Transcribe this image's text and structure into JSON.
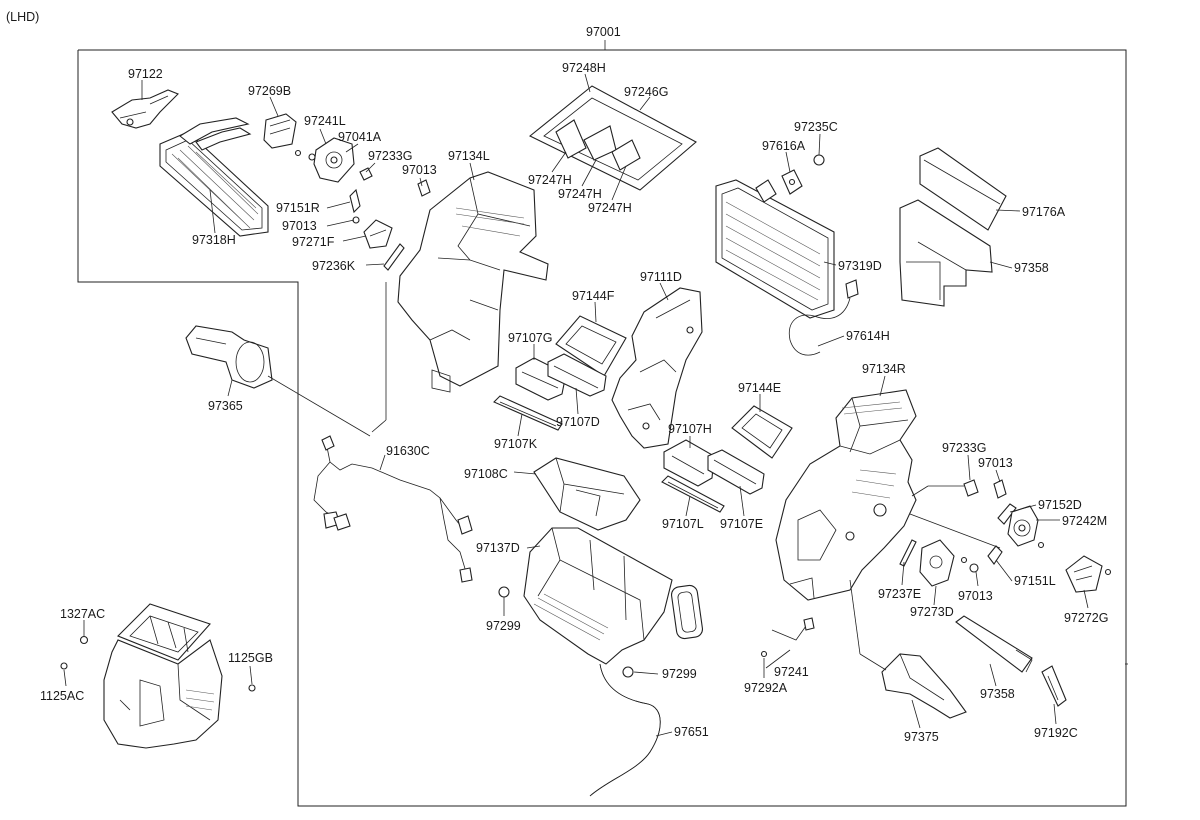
{
  "header": {
    "variant": "(LHD)",
    "assembly_number": "97001"
  },
  "parts": [
    {
      "id": "97122"
    },
    {
      "id": "97269B"
    },
    {
      "id": "97241L"
    },
    {
      "id": "97041A"
    },
    {
      "id": "97233G"
    },
    {
      "id": "97013"
    },
    {
      "id": "97134L"
    },
    {
      "id": "97151R"
    },
    {
      "id": "97013"
    },
    {
      "id": "97271F"
    },
    {
      "id": "97236K"
    },
    {
      "id": "97318H"
    },
    {
      "id": "97248H"
    },
    {
      "id": "97246G"
    },
    {
      "id": "97247H"
    },
    {
      "id": "97247H"
    },
    {
      "id": "97247H"
    },
    {
      "id": "97235C"
    },
    {
      "id": "97616A"
    },
    {
      "id": "97176A"
    },
    {
      "id": "97358"
    },
    {
      "id": "97319D"
    },
    {
      "id": "97614H"
    },
    {
      "id": "97365"
    },
    {
      "id": "97144F"
    },
    {
      "id": "97111D"
    },
    {
      "id": "97107G"
    },
    {
      "id": "97107D"
    },
    {
      "id": "97107K"
    },
    {
      "id": "97144E"
    },
    {
      "id": "97134R"
    },
    {
      "id": "97107H"
    },
    {
      "id": "97233G"
    },
    {
      "id": "97013"
    },
    {
      "id": "97152D"
    },
    {
      "id": "97242M"
    },
    {
      "id": "91630C"
    },
    {
      "id": "97108C"
    },
    {
      "id": "97107L"
    },
    {
      "id": "97107E"
    },
    {
      "id": "97137D"
    },
    {
      "id": "97237E"
    },
    {
      "id": "97151L"
    },
    {
      "id": "97013"
    },
    {
      "id": "97273D"
    },
    {
      "id": "97272G"
    },
    {
      "id": "1327AC"
    },
    {
      "id": "1125GB"
    },
    {
      "id": "1125AC"
    },
    {
      "id": "97299"
    },
    {
      "id": "97299"
    },
    {
      "id": "97241"
    },
    {
      "id": "97292A"
    },
    {
      "id": "97358"
    },
    {
      "id": "97375"
    },
    {
      "id": "97192C"
    },
    {
      "id": "97651"
    }
  ]
}
